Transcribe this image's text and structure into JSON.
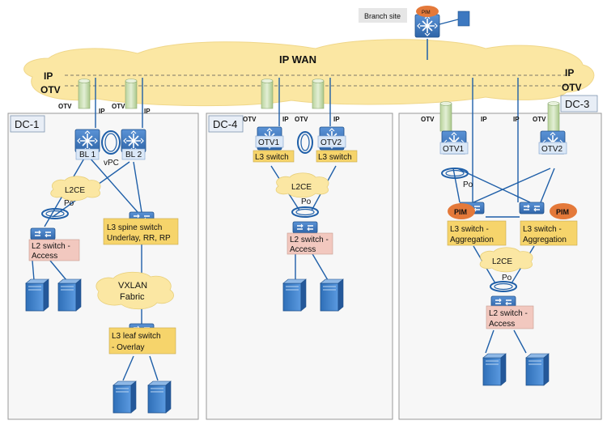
{
  "wan": {
    "title": "IP WAN",
    "ip_label": "IP",
    "otv_label": "OTV",
    "branch_label": "Branch site",
    "pim_label": "PIM"
  },
  "dc1": {
    "title": "DC-1",
    "otv": "OTV",
    "ip": "IP",
    "bl1": "BL 1",
    "bl2": "BL 2",
    "vpc": "vPC",
    "l2ce": "L2CE",
    "po": "Po",
    "l2_switch": [
      "L2 switch -",
      "Access"
    ],
    "spine": [
      "L3 spine switch",
      "Underlay, RR, RP"
    ],
    "vxlan": [
      "VXLAN",
      "Fabric"
    ],
    "leaf": [
      "L3 leaf switch",
      "- Overlay"
    ]
  },
  "dc4": {
    "title": "DC-4",
    "otv": "OTV",
    "ip": "IP",
    "otv1": "OTV1",
    "otv2": "OTV2",
    "l3": "L3 switch",
    "l2ce": "L2CE",
    "po": "Po",
    "l2_switch": [
      "L2 switch -",
      "Access"
    ]
  },
  "dc3": {
    "title": "DC-3",
    "otv": "OTV",
    "ip": "IP",
    "otv1": "OTV1",
    "otv2": "OTV2",
    "po": "Po",
    "pim": "PIM",
    "agg": [
      "L3 switch -",
      "Aggregation"
    ],
    "l2ce": "L2CE",
    "l2_switch": [
      "L2 switch -",
      "Access"
    ]
  },
  "colors": {
    "wan_cloud": "#fbe7a3",
    "link": "#1f5fa8",
    "otv_tube": "#cfe1b8",
    "switch": "#3d78c0",
    "yellow_label": "#f6d46b",
    "pink_label": "#f2c8bf",
    "pim": "#e4793a",
    "dc_box": "#f7f7f7"
  }
}
